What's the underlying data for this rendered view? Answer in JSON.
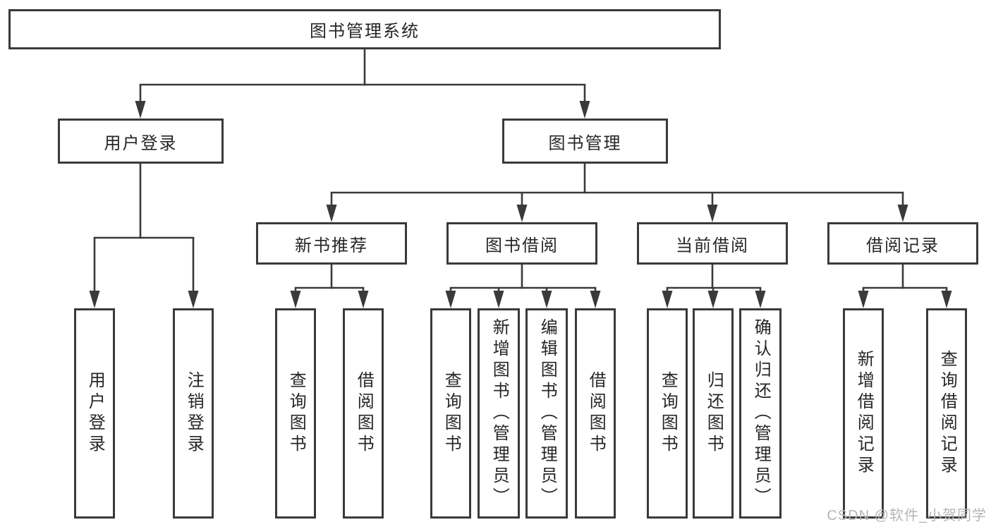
{
  "colors": {
    "line": "#3a3a3a",
    "box_border": "#3a3a3a",
    "box_fill": "#ffffff",
    "text": "#262626",
    "watermark": "#b5b5b5",
    "background": "#ffffff"
  },
  "nodes": {
    "root": "图书管理系统",
    "level2": {
      "login": "用户登录",
      "management": "图书管理"
    },
    "login_children": [
      "用户登录",
      "注销登录"
    ],
    "management_children": [
      "新书推荐",
      "图书借阅",
      "当前借阅",
      "借阅记录"
    ],
    "recommend_children": [
      "查询图书",
      "借阅图书"
    ],
    "borrowing_children": [
      "查询图书",
      "新增图书（管理员）",
      "编辑图书（管理员）",
      "借阅图书"
    ],
    "current_children": [
      "查询图书",
      "归还图书",
      "确认归还（管理员）"
    ],
    "records_children": [
      "新增借阅记录",
      "查询借阅记录"
    ]
  },
  "watermark": "CSDN @软件_小贺同学"
}
